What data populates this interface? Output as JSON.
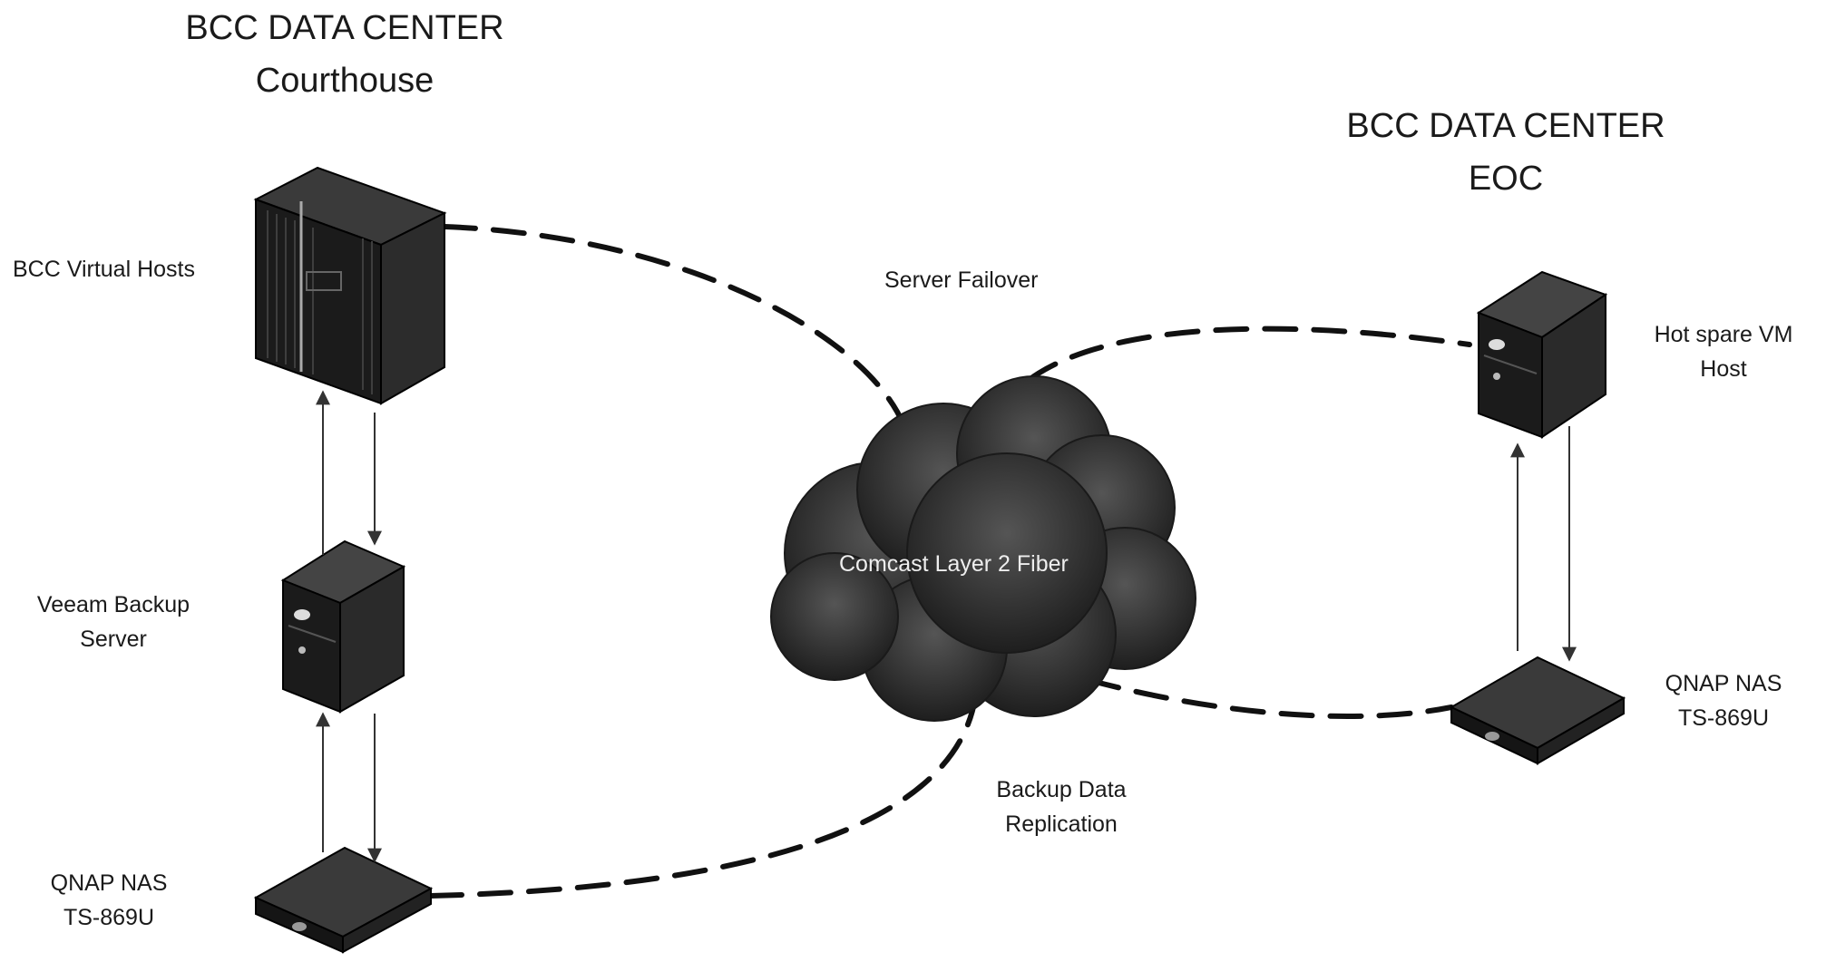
{
  "sites": {
    "courthouse": {
      "line1": "BCC DATA CENTER",
      "line2": "Courthouse"
    },
    "eoc": {
      "line1": "BCC DATA CENTER",
      "line2": "EOC"
    }
  },
  "devices": {
    "virtual_hosts": {
      "label": "BCC Virtual Hosts",
      "icon": "server-rack-icon"
    },
    "veeam": {
      "line1": "Veeam Backup",
      "line2": "Server",
      "icon": "tower-server-icon"
    },
    "qnap_left": {
      "line1": "QNAP NAS",
      "line2": "TS-869U",
      "icon": "nas-appliance-icon"
    },
    "hot_spare": {
      "line1": "Hot spare VM",
      "line2": "Host",
      "icon": "tower-server-icon"
    },
    "qnap_right": {
      "line1": "QNAP NAS",
      "line2": "TS-869U",
      "icon": "nas-appliance-icon"
    }
  },
  "network": {
    "cloud_label": "Comcast Layer 2 Fiber",
    "icon": "cloud-icon"
  },
  "links": {
    "server_failover": "Server Failover",
    "backup_line1": "Backup Data",
    "backup_line2": "Replication"
  },
  "colors": {
    "device_dark": "#1b1b1b",
    "cloud_dark": "#2a2a2a",
    "line": "#111111"
  }
}
